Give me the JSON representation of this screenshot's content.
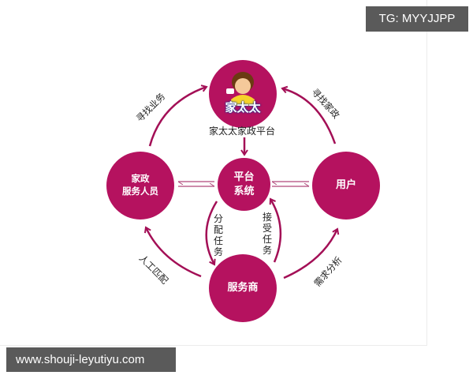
{
  "watermark_top": {
    "text": "TG: MYYJJPP"
  },
  "watermark_bottom": {
    "text": "www.shouji-leyutiyu.com"
  },
  "colors": {
    "node_fill": "#b5125f",
    "arrow": "#a30f56",
    "label_text": "#222222",
    "badge_bg": "#5a5a5a"
  },
  "nodes": {
    "platform_logo": {
      "logo_text": "家太太",
      "caption": "家太太家政平台"
    },
    "platform_system": {
      "line1": "平台",
      "line2": "系统"
    },
    "housekeeper": {
      "line1": "家政",
      "line2": "服务人员"
    },
    "user": {
      "line1": "用户"
    },
    "service_provider": {
      "line1": "服务商"
    }
  },
  "edges": {
    "find_business": "寻找业务",
    "find_housekeeping": "寻找家政",
    "manual_match": "人工匹配",
    "demand_analysis": "需求分析",
    "assign_task": "分配任务",
    "accept_task": "接受任务"
  }
}
